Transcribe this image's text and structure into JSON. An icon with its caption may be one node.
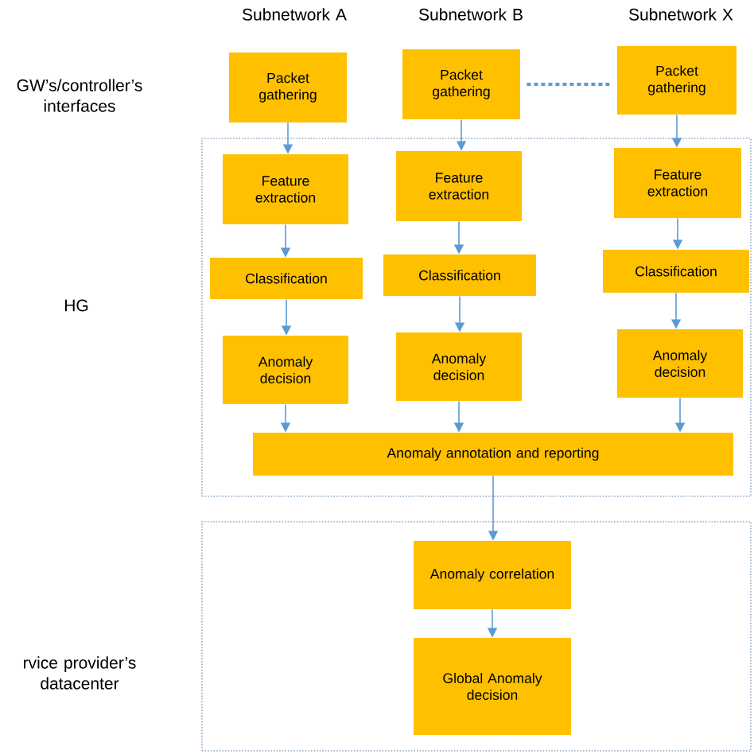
{
  "diagram": {
    "nodes": [
      {
        "text": [
          "Packet gathering"
        ]
      },
      {
        "text": [
          "Packet gathering"
        ]
      },
      {
        "text": [
          "Packet gathering"
        ]
      },
      {
        "text": [],
        "shape": "box"
      },
      {
        "text": [
          "Feature extraction"
        ],
        "in": 3
      },
      {
        "text": [
          "Feature extraction"
        ],
        "in": 3
      },
      {
        "text": [
          "Feature extraction"
        ],
        "in": 3
      },
      {
        "text": [
          "Classification"
        ],
        "in": 3
      },
      {
        "text": [
          "Classification"
        ],
        "in": 3
      },
      {
        "text": [
          "Classification"
        ],
        "in": 3
      },
      {
        "text": [
          "Anomaly decision"
        ],
        "in": 3
      },
      {
        "text": [
          "Anomaly decision"
        ],
        "in": 3
      },
      {
        "text": [
          "Anomaly decision"
        ],
        "in": 3
      },
      {
        "text": [
          "Anomaly annotation and reporting"
        ],
        "in": 3
      },
      {
        "text": [],
        "shape": "box"
      },
      {
        "text": [
          "Anomaly correlation"
        ],
        "in": 14
      },
      {
        "text": [
          "Global Anomaly decision"
        ],
        "in": 14
      }
    ],
    "edges": [
      {
        "from": 1,
        "to": 2,
        "arrow": "none",
        "style": "dashed"
      },
      {
        "from": 0,
        "to": 4,
        "arrow": "to"
      },
      {
        "from": 1,
        "to": 5,
        "arrow": "to"
      },
      {
        "from": 2,
        "to": 6,
        "arrow": "to"
      },
      {
        "from": 4,
        "to": 7,
        "arrow": "to"
      },
      {
        "from": 5,
        "to": 8,
        "arrow": "to"
      },
      {
        "from": 6,
        "to": 9,
        "arrow": "to"
      },
      {
        "from": 7,
        "to": 10,
        "arrow": "to"
      },
      {
        "from": 8,
        "to": 11,
        "arrow": "to"
      },
      {
        "from": 9,
        "to": 12,
        "arrow": "to"
      },
      {
        "from": 10,
        "to": 13,
        "arrow": "to"
      },
      {
        "from": 11,
        "to": 13,
        "arrow": "to"
      },
      {
        "from": 12,
        "to": 13,
        "arrow": "to"
      },
      {
        "from": 13,
        "to": 15,
        "arrow": "to"
      },
      {
        "from": 15,
        "to": 16,
        "arrow": "to"
      }
    ],
    "labels": [
      "Subnetwork A",
      "Subnetwork B",
      "Subnetwork X",
      "GW’s/controller’s interfaces",
      "HG",
      "rvice provider’s datacenter"
    ]
  }
}
